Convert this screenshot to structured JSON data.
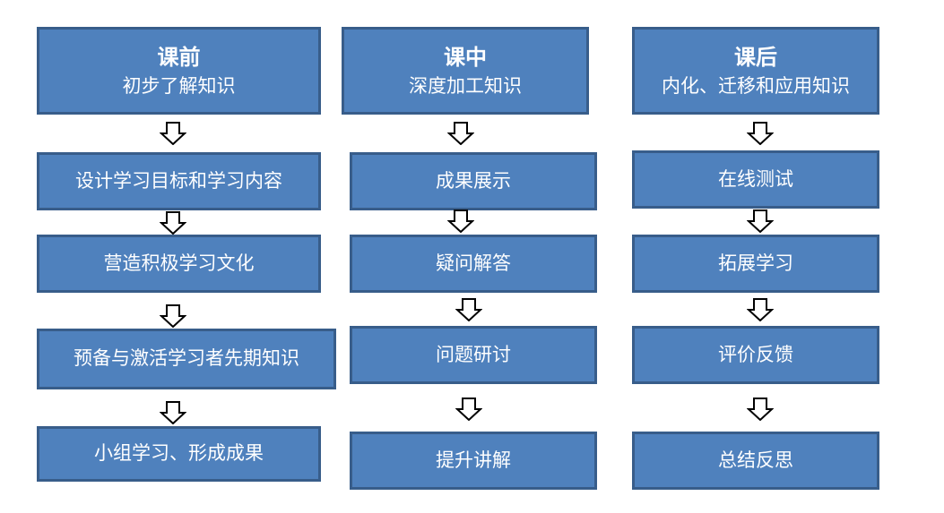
{
  "colors": {
    "box_fill": "#4f81bd",
    "box_border": "#385d8a",
    "text": "#ffffff",
    "arrow": "#000000"
  },
  "columns": [
    {
      "title": "课前",
      "subtitle": "初步了解知识",
      "steps": [
        "设计学习目标和学习内容",
        "营造积极学习文化",
        "预备与激活学习者先期知识",
        "小组学习、形成成果"
      ]
    },
    {
      "title": "课中",
      "subtitle": "深度加工知识",
      "steps": [
        "成果展示",
        "疑问解答",
        "问题研讨",
        "提升讲解"
      ]
    },
    {
      "title": "课后",
      "subtitle": "内化、迁移和应用知识",
      "steps": [
        "在线测试",
        "拓展学习",
        "评价反馈",
        "总结反思"
      ]
    }
  ]
}
